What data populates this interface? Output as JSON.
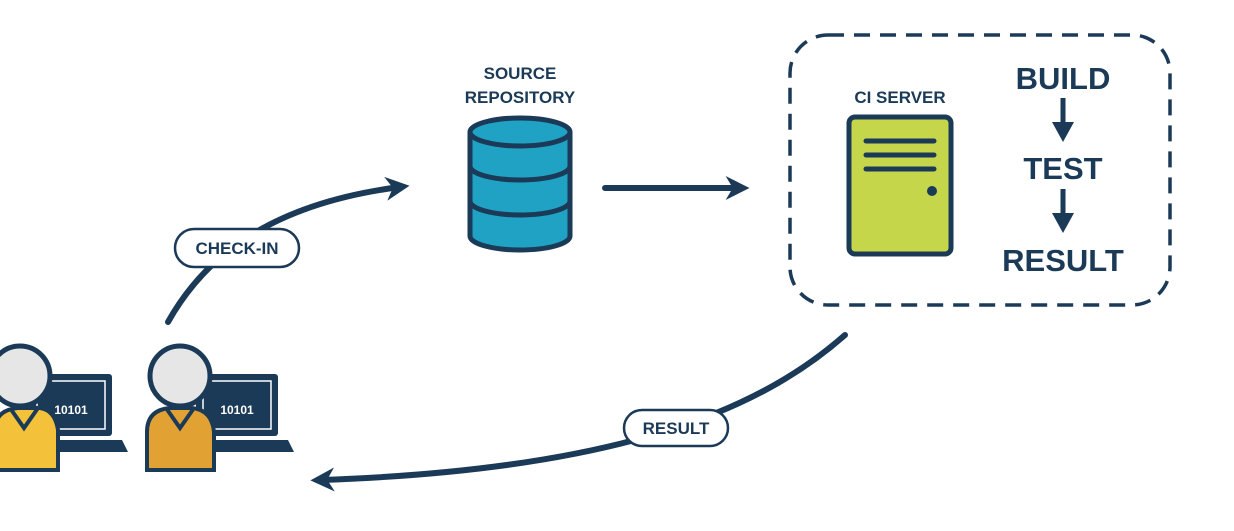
{
  "colors": {
    "navy": "#1b3a57",
    "repository": "#1fa2c3",
    "server": "#c5d64a",
    "person_head": "#e6e6e6",
    "person_body_1": "#f3c13a",
    "person_body_2": "#e2a233"
  },
  "icons": {
    "repository": "database-icon",
    "server": "server-icon",
    "developer": "developer-laptop-icon"
  },
  "source_repository": {
    "line1": "SOURCE",
    "line2": "REPOSITORY"
  },
  "ci_server": {
    "label": "CI SERVER",
    "steps": [
      "BUILD",
      "TEST",
      "RESULT"
    ]
  },
  "edges": {
    "check_in": "CHECK-IN",
    "result": "RESULT"
  },
  "developers": [
    {
      "laptop_text": "10101"
    },
    {
      "laptop_text": "10101"
    }
  ]
}
